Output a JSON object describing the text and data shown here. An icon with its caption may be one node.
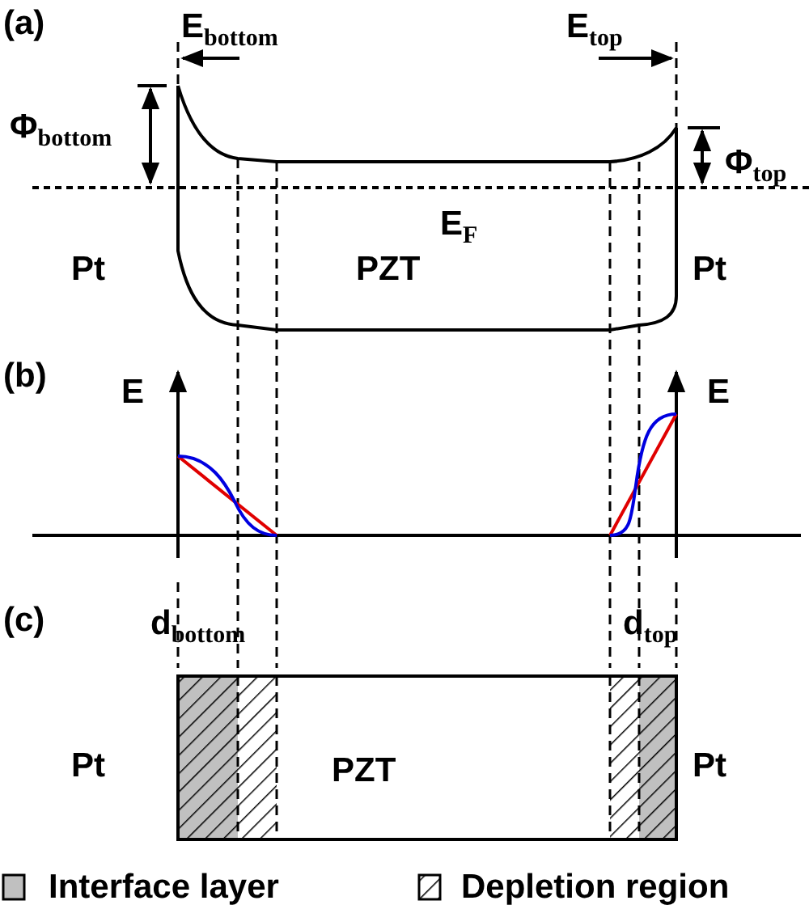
{
  "diagram": {
    "labels": [
      "(a)",
      "E$_{bottom}$",
      "E$_{top}$",
      "Φ$_{bottom}$",
      "Φ$_{top}$",
      "E$_{F}$",
      "Pt",
      "PZT",
      "Pt",
      "(b)",
      "E",
      "E",
      "(c)",
      "d$_{bottom}$",
      "d$_{top}$",
      "Pt",
      "PZT",
      "Pt"
    ],
    "legend": [
      {
        "text": "Interface layer",
        "color": "#c0c0c0"
      },
      {
        "text": "Depletion region"
      }
    ]
  }
}
